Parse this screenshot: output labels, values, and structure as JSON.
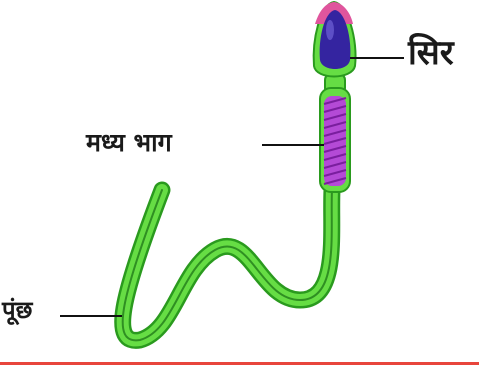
{
  "labels": {
    "head": "सिर",
    "midpiece": "मध्य भाग",
    "tail": "पूंछ"
  },
  "colors": {
    "tail_green": "#5fd43a",
    "tail_dark": "#2a9a1e",
    "head_blue": "#3424a0",
    "head_tip": "#e0559d",
    "midpiece_purple": "#b44ad6",
    "rule_red": "#e8453c"
  }
}
